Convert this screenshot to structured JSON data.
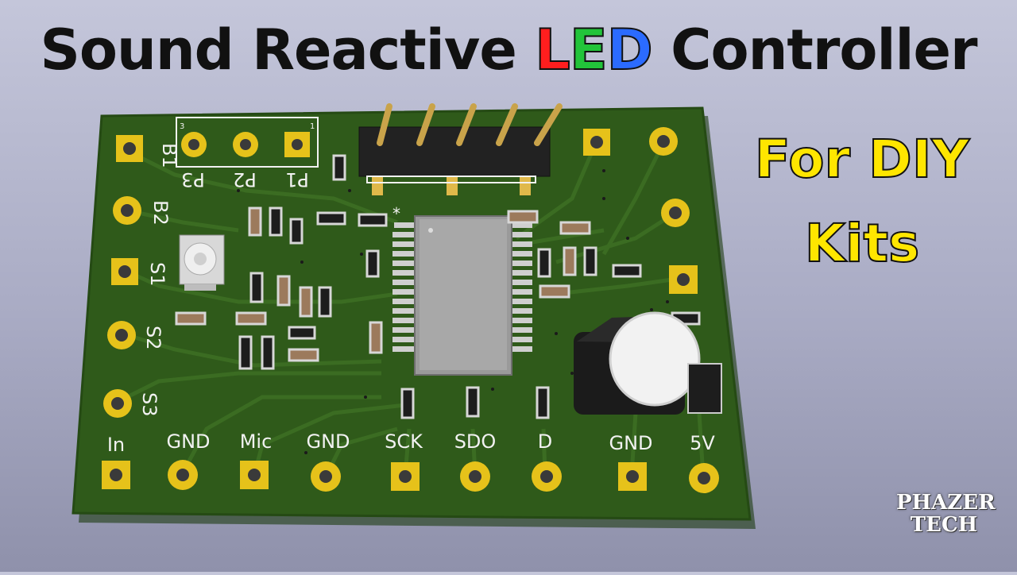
{
  "title": {
    "part1": "Sound Reactive ",
    "led_l": "L",
    "led_e": "E",
    "led_d": "D",
    "part2": " Controller"
  },
  "subtitle": {
    "line1": "For DIY",
    "line2": "Kits"
  },
  "board": {
    "top_header_labels": [
      "P3",
      "P2",
      "P1"
    ],
    "header_pin_numbers": [
      "3",
      "1"
    ],
    "side_labels": [
      "B1",
      "B2",
      "S1",
      "S2",
      "S3"
    ],
    "bottom_labels": [
      "In",
      "GND",
      "Mic",
      "GND",
      "SCK",
      "SDO",
      "D",
      "GND",
      "5V"
    ],
    "chip_marker": "*"
  },
  "logo": {
    "line1": "PHAZER",
    "line2": "TECH"
  },
  "colors": {
    "pcb": "#2f5a1a",
    "pad": "#e6c21a",
    "silkscreen": "#f2f2f2",
    "led_red": "#ff1e1e",
    "led_green": "#22c43a",
    "led_blue": "#2b6bff",
    "subtitle": "#ffe600"
  }
}
